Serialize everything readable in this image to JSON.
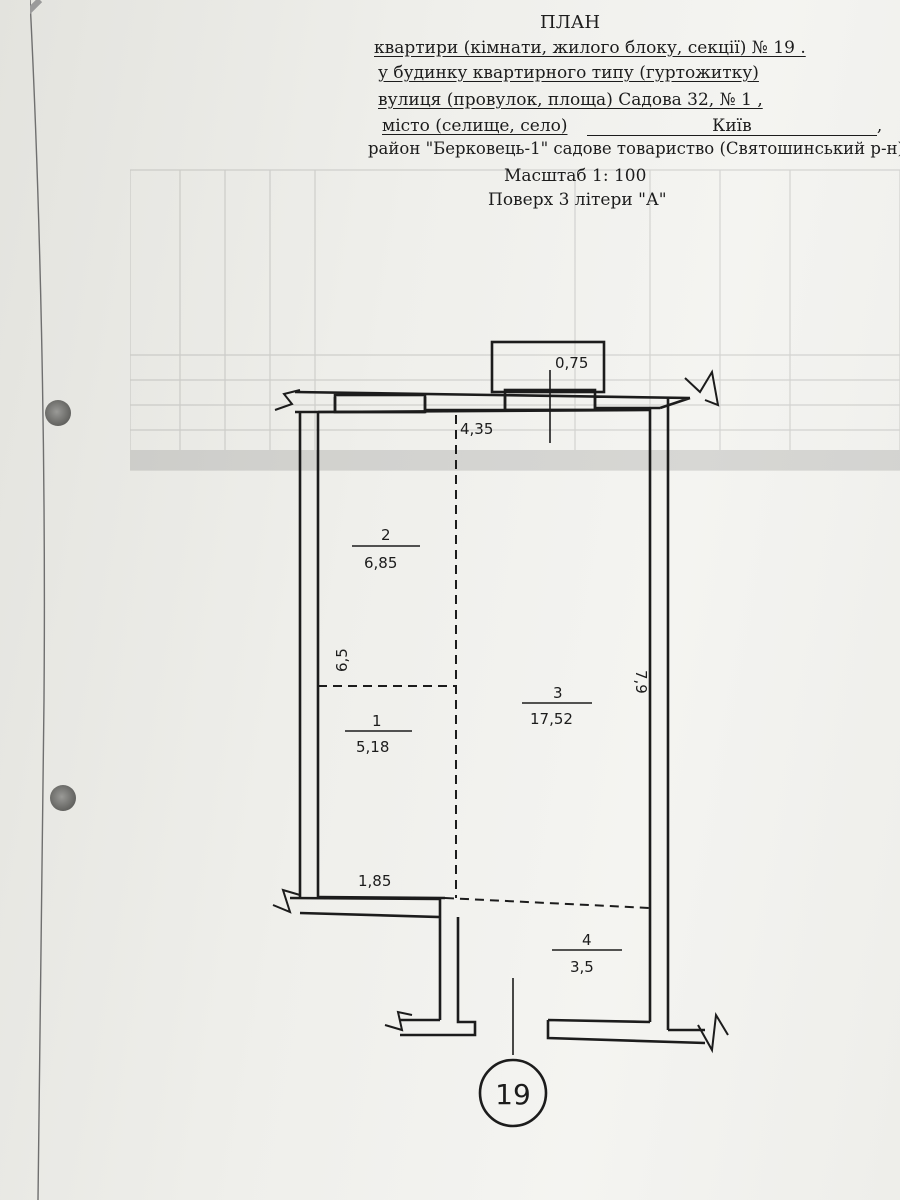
{
  "header": {
    "title": "ПЛАН",
    "line1": "квартири (кімнати, жилого блоку, секції) № 19 .",
    "line2": "у будинку квартирного типу (гуртожитку)",
    "line3": "вулиця (провулок, площа) Садова 32, № 1 ,",
    "line4_prefix": "місто (селище, село)",
    "line4_value": "Київ",
    "line4_suffix": ",",
    "line5": "район \"Берковець-1\" садове товариство (Святошинський р-н)",
    "scale": "Масштаб 1: 100",
    "floor": "Поверх 3 літери \"А\""
  },
  "plan": {
    "dimensions": {
      "top_offset": "0,75",
      "inner_width": "4,35",
      "left_height": "6,5",
      "right_height": "7,9",
      "bottom_width": "1,85"
    },
    "rooms": [
      {
        "number": "2",
        "area": "6,85"
      },
      {
        "number": "1",
        "area": "5,18"
      },
      {
        "number": "3",
        "area": "17,52"
      },
      {
        "number": "4",
        "area": "3,5"
      }
    ],
    "apartment_number": "19"
  },
  "colors": {
    "ink": "#1c1c1c",
    "paper": "#f1f1ee"
  }
}
